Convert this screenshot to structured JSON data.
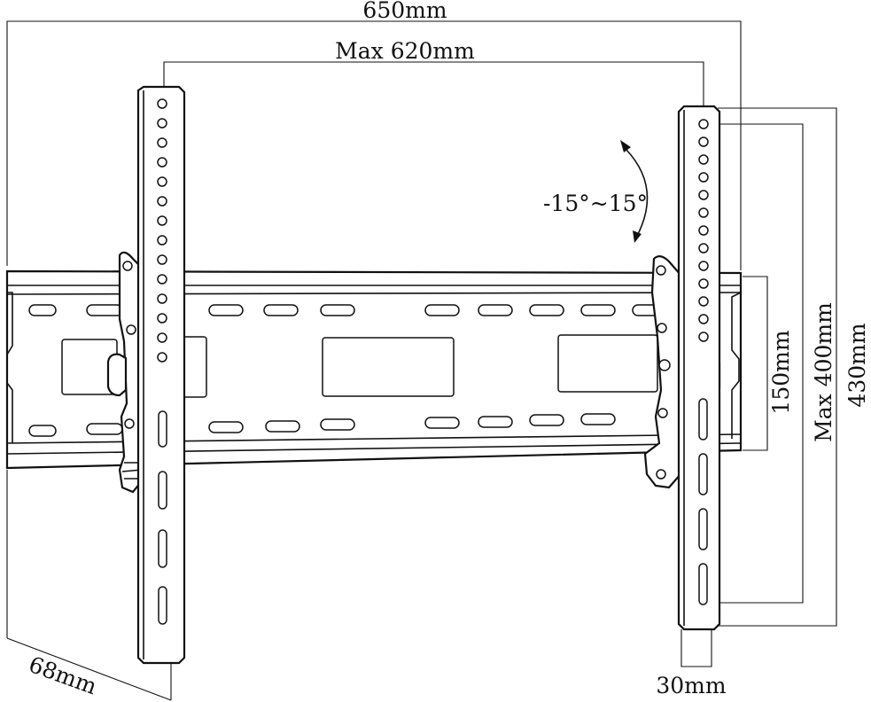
{
  "diagram": {
    "labels": {
      "overall_width": "650mm",
      "max_hole_spacing": "Max 620mm",
      "tilt_range": "-15°~15°",
      "rail_height": "150mm",
      "max_vertical_spacing": "Max 400mm",
      "bracket_height": "430mm",
      "bracket_width": "30mm",
      "wall_depth": "68mm"
    },
    "colors": {
      "line": "#111111",
      "background": "#ffffff"
    }
  }
}
